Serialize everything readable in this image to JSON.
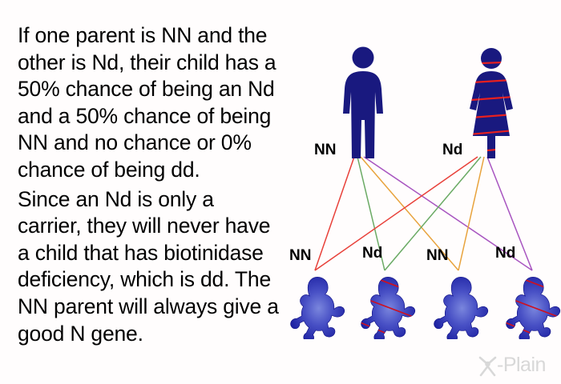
{
  "slide": {
    "background_color": "#fffdfd",
    "body_text_color": "#000000"
  },
  "text": {
    "paragraph_1": "If one parent is NN and the other is Nd, their child has a 50% chance of being an Nd and a 50% chance of being NN and no chance or 0% chance of being dd.",
    "paragraph_2": "Since an Nd is only a carrier, they will never have a child that has biotinidase deficiency, which is dd. The NN parent will always give a good N gene."
  },
  "diagram": {
    "parents": [
      {
        "sex": "male",
        "genotype_label": "NN",
        "striped": false,
        "color": "#19197f",
        "stripe_color": "#e8201f"
      },
      {
        "sex": "female",
        "genotype_label": "Nd",
        "striped": true,
        "color": "#19197f",
        "stripe_color": "#e8201f"
      }
    ],
    "children": [
      {
        "genotype_label": "NN",
        "striped": false,
        "line_color": "#e8413a"
      },
      {
        "genotype_label": "Nd",
        "striped": true,
        "line_color": "#6aaa64"
      },
      {
        "genotype_label": "NN",
        "striped": false,
        "line_color": "#e8a33d"
      },
      {
        "genotype_label": "Nd",
        "striped": true,
        "line_color": "#a855c0"
      }
    ],
    "baby_gradient_center": "#6f7fd8",
    "baby_gradient_edge": "#1b1fa0",
    "baby_stripe_color": "#cc1122"
  },
  "logo": {
    "text": "-Plain",
    "mark": "x-plain-figure-icon",
    "color": "#d8d8d8"
  }
}
